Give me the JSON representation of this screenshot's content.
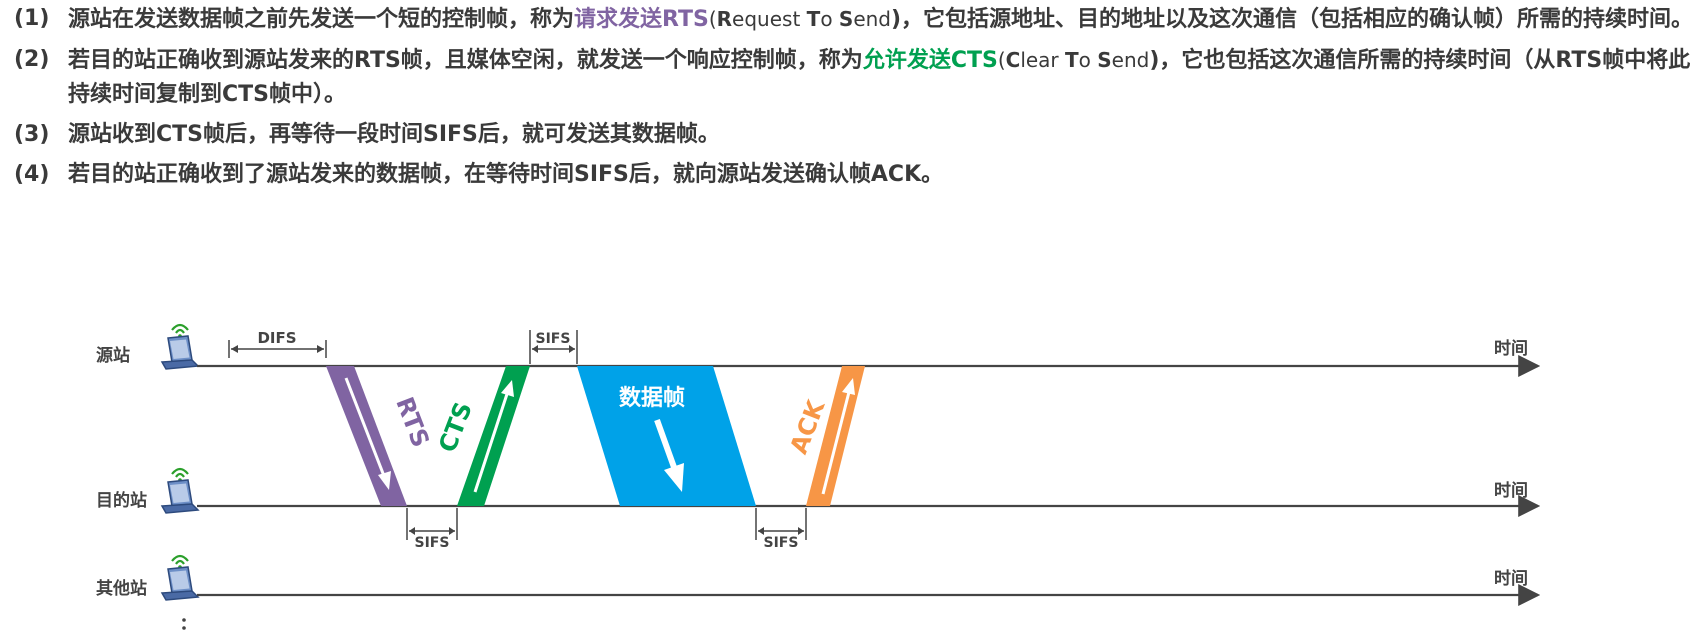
{
  "steps": [
    {
      "num": "(1)",
      "t1": "源站在发送数据帧之前先发送一个短的控制帧，称为",
      "hl": "请求发送RTS",
      "p_open": "(",
      "eR": "R",
      "e1": "equest ",
      "eT": "T",
      "e2": "o ",
      "eS": "S",
      "e3": "end",
      "t2": ")，它包括源地址、目的地址以及这次通信（包括相应的确认帧）所需的持续时间。"
    },
    {
      "num": "(2)",
      "t1": "若目的站正确收到源站发来的RTS帧，且媒体空闲，就发送一个响应控制帧，称为",
      "hl": "允许发送CTS",
      "p_open": "(",
      "eC": "C",
      "e1": "lear ",
      "eT": "T",
      "e2": "o ",
      "eS": "S",
      "e3": "end",
      "t2": ")，它也包括这次通信所需的持续时间（从RTS帧中将此持续时间复制到CTS帧中）。"
    },
    {
      "num": "(3)",
      "text": "源站收到CTS帧后，再等待一段时间SIFS后，就可发送其数据帧。"
    },
    {
      "num": "(4)",
      "text": "若目的站正确收到了源站发来的数据帧，在等待时间SIFS后，就向源站发送确认帧ACK。"
    }
  ],
  "diagram": {
    "stations": {
      "source": "源站",
      "dest": "目的站",
      "other": "其他站"
    },
    "time_label": "时间",
    "frames": {
      "rts": "RTS",
      "cts": "CTS",
      "data": "数据帧",
      "ack": "ACK"
    },
    "intervals": {
      "difs": "DIFS",
      "sifs": "SIFS"
    },
    "colors": {
      "rts": "#8064a2",
      "cts": "#00a050",
      "data": "#00a2e8",
      "ack": "#f79646",
      "axis": "#444444"
    }
  }
}
